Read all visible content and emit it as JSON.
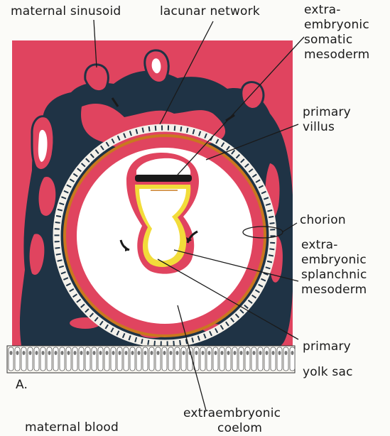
{
  "labels": {
    "maternal_sinusoid": "maternal sinusoid",
    "lacunar_network": "lacunar network",
    "extraembryonic_somatic_mesoderm": [
      "extra-",
      "embryonic",
      "somatic",
      "mesoderm"
    ],
    "primary_villus": [
      "primary",
      "villus"
    ],
    "chorion": "chorion",
    "extraembryonic_splanchnic_mesoderm": [
      "extra-",
      "embryonic",
      "splanchnic",
      "mesoderm"
    ],
    "primary_yolk_sac": [
      "primary",
      "yolk sac"
    ],
    "panel_letter": "A.",
    "extraembryonic_coelom": [
      "extraembryonic",
      "coelom"
    ],
    "maternal_blood": "maternal blood"
  },
  "colors": {
    "maternal_tissue": "#e0445f",
    "trophoblast": "#1f3345",
    "coelom": "#ffffff",
    "yolk_sac_lining": "#f2dc3a",
    "cytotrophoblast_cells": "#f4f1ea",
    "embryonic_disc": "#1a1a1a",
    "annotation_line": "#1a1a1a"
  }
}
